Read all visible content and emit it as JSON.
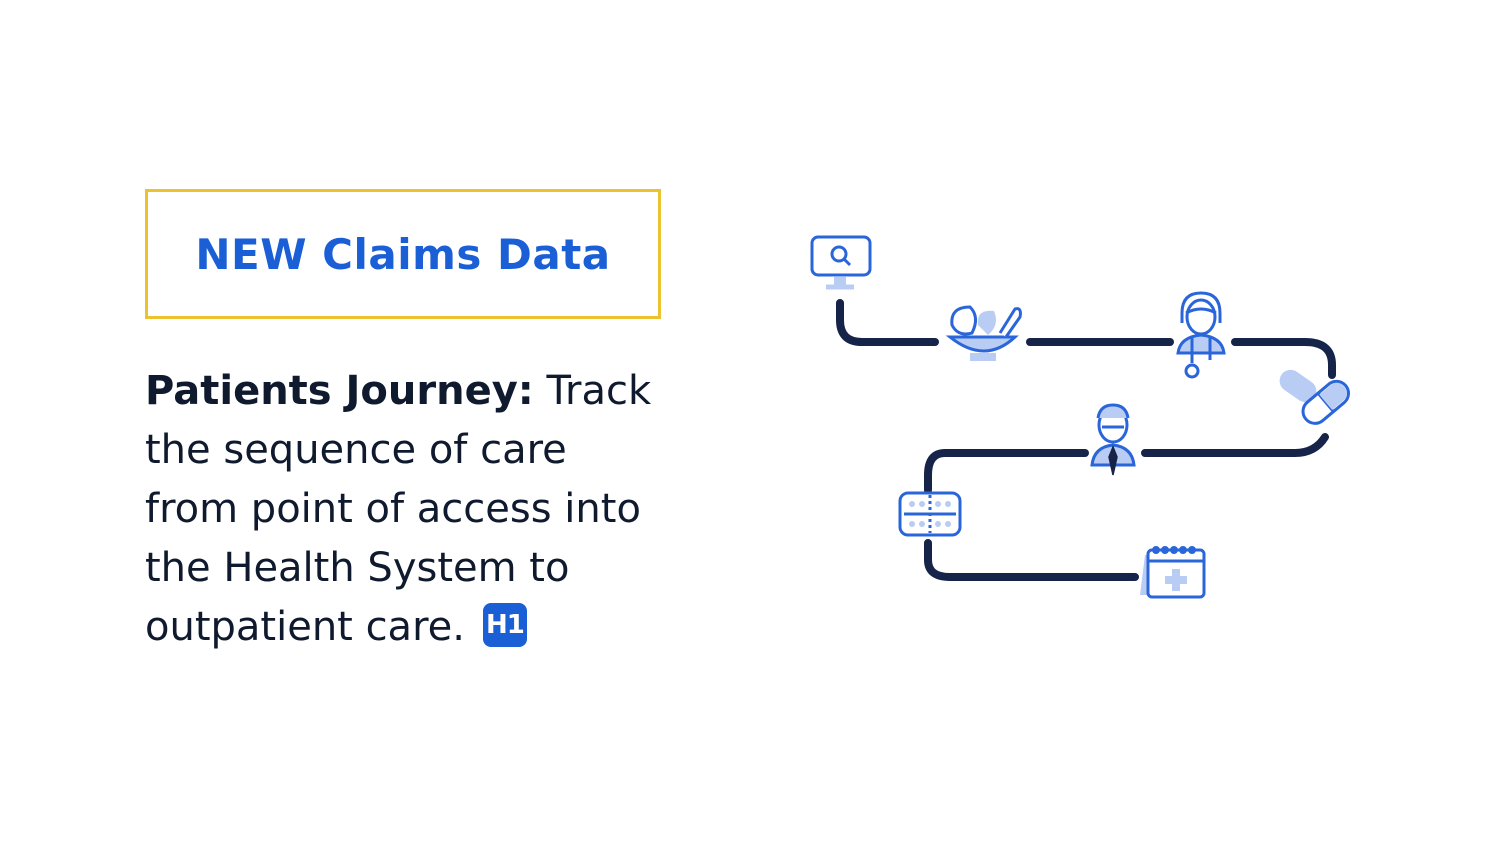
{
  "badge": {
    "title": "NEW Claims Data"
  },
  "description": {
    "lead": "Patients Journey:",
    "line1_rest": " Track",
    "line2": "the sequence of care",
    "line3": "from point of access into",
    "line4": "the Health System to",
    "line5": "outpatient care."
  },
  "logo": {
    "text": "H1"
  },
  "journey": {
    "path_color": "#16244a",
    "icon_color": "#2a66d9",
    "icon_fill": "#b9ccf3",
    "icons": [
      "search-monitor-icon",
      "herbal-remedy-icon",
      "nurse-icon",
      "pill-capsule-icon",
      "doctor-icon",
      "lab-tray-icon",
      "medical-calendar-icon"
    ]
  },
  "colors": {
    "accent_blue": "#1a5fd6",
    "frame_yellow": "#ecc32e",
    "text_dark": "#0f1a2e"
  }
}
